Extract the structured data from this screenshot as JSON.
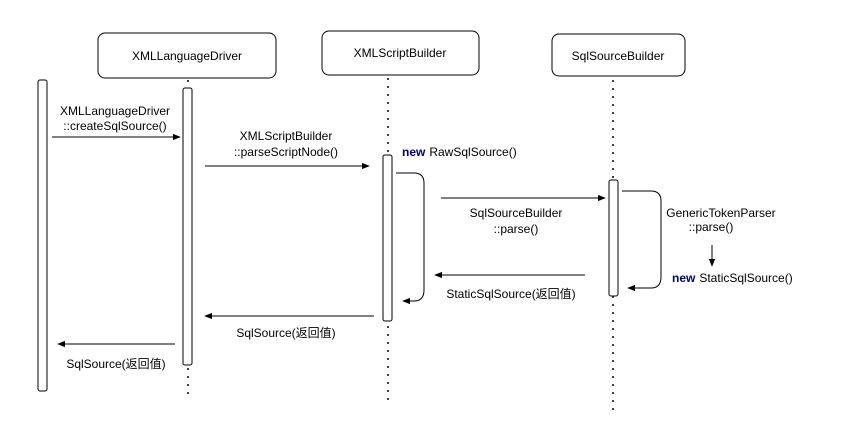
{
  "participants": {
    "xml_language_driver": "XMLLanguageDriver",
    "xml_script_builder": "XMLScriptBuilder",
    "sql_source_builder": "SqlSourceBuilder"
  },
  "messages": {
    "create_sql_source": {
      "line1": "XMLLanguageDriver",
      "line2": "::createSqlSource()"
    },
    "parse_script_node": {
      "line1": "XMLScriptBuilder",
      "line2": "::parseScriptNode()"
    },
    "new_raw_sql_source": {
      "keyword": "new",
      "text": "RawSqlSource()"
    },
    "sql_source_builder_parse": {
      "line1": "SqlSourceBuilder",
      "line2": "::parse()"
    },
    "generic_token_parser_parse": {
      "line1": "GenericTokenParser",
      "line2": "::parse()"
    },
    "new_static_sql_source": {
      "keyword": "new",
      "text": "StaticSqlSource()"
    },
    "return_static_sql_source": "StaticSqlSource(返回值)",
    "return_sql_source_1": "SqlSource(返回值)",
    "return_sql_source_2": "SqlSource(返回值)"
  }
}
